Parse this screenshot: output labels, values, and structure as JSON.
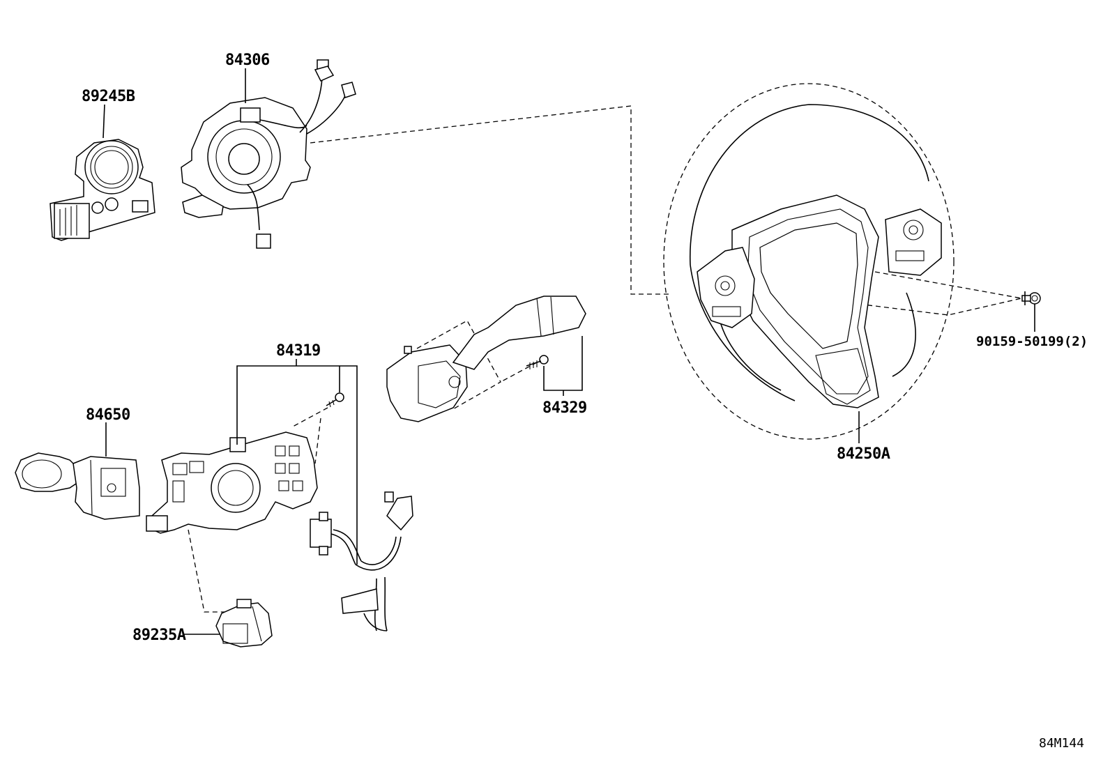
{
  "diagram": {
    "part_labels": {
      "p89245B": "89245B",
      "p84306": "84306",
      "p84319": "84319",
      "p84650": "84650",
      "p84329": "84329",
      "p89235A": "89235A",
      "p84250A": "84250A",
      "p90159": "90159-50199(2)"
    },
    "diagram_code": "84M144"
  }
}
